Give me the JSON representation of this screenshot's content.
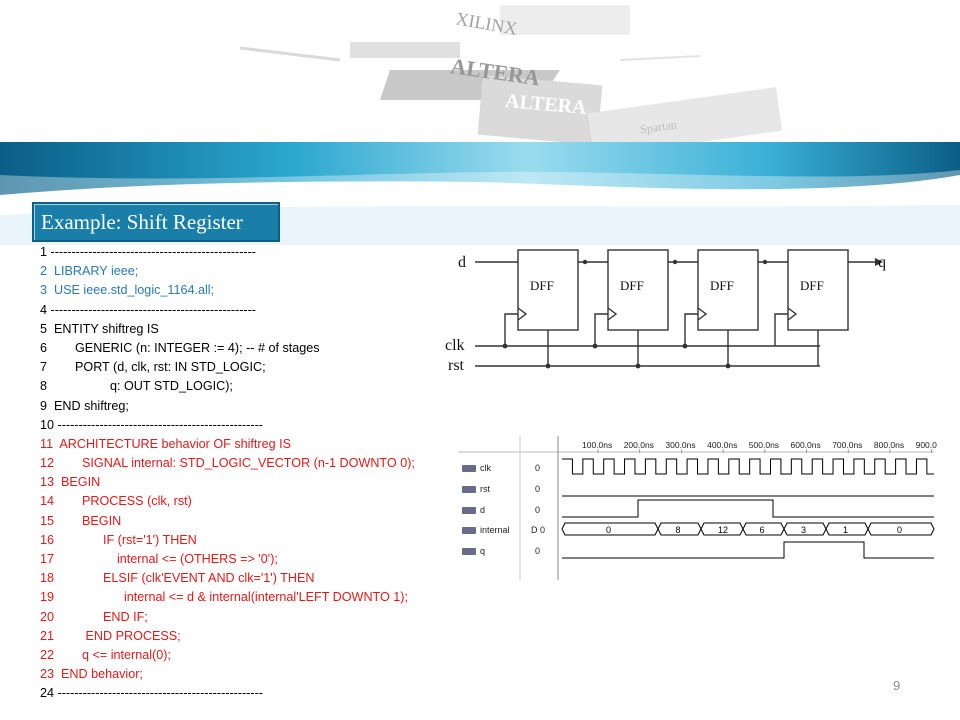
{
  "slide": {
    "title": "Example: Shift Register",
    "page_number": "9",
    "header_logos": [
      "XILINX",
      "ALTERA",
      "ALTERA",
      "Spartan"
    ]
  },
  "code_lines": [
    {
      "text": "1 -------------------------------------------------",
      "color": "black"
    },
    {
      "text": "2  LIBRARY ieee;",
      "color": "blue"
    },
    {
      "text": "3  USE ieee.std_logic_1164.all;",
      "color": "blue"
    },
    {
      "text": "4 -------------------------------------------------",
      "color": "black"
    },
    {
      "text": "5  ENTITY shiftreg IS",
      "color": "black"
    },
    {
      "text": "6        GENERIC (n: INTEGER := 4); -- # of stages",
      "color": "black"
    },
    {
      "text": "7        PORT (d, clk, rst: IN STD_LOGIC;",
      "color": "black"
    },
    {
      "text": "8                  q: OUT STD_LOGIC);",
      "color": "black"
    },
    {
      "text": "9  END shiftreg;",
      "color": "black"
    },
    {
      "text": "10 -------------------------------------------------",
      "color": "black"
    },
    {
      "text": "11  ARCHITECTURE behavior OF shiftreg IS",
      "color": "red"
    },
    {
      "text": "12        SIGNAL internal: STD_LOGIC_VECTOR (n-1 DOWNTO 0);",
      "color": "red"
    },
    {
      "text": "13  BEGIN",
      "color": "red"
    },
    {
      "text": "14        PROCESS (clk, rst)",
      "color": "red"
    },
    {
      "text": "15        BEGIN",
      "color": "red"
    },
    {
      "text": "16              IF (rst='1') THEN",
      "color": "red"
    },
    {
      "text": "17                  internal <= (OTHERS => '0');",
      "color": "red"
    },
    {
      "text": "18              ELSIF (clk'EVENT AND clk='1') THEN",
      "color": "red"
    },
    {
      "text": "19                    internal <= d & internal(internal'LEFT DOWNTO 1);",
      "color": "red"
    },
    {
      "text": "20              END IF;",
      "color": "red"
    },
    {
      "text": "21         END PROCESS;",
      "color": "red"
    },
    {
      "text": "22        q <= internal(0);",
      "color": "red"
    },
    {
      "text": "23  END behavior;",
      "color": "red"
    },
    {
      "text": "24 -------------------------------------------------",
      "color": "black"
    }
  ],
  "colors": {
    "black": "#000000",
    "blue": "#2a78b4",
    "red": "#e11a1a",
    "title_bg": "#1a7fa8"
  },
  "circuit": {
    "inputs": [
      "d",
      "clk",
      "rst"
    ],
    "output": "q",
    "flipflops": [
      "DFF",
      "DFF",
      "DFF",
      "DFF"
    ]
  },
  "waveform": {
    "time_labels": [
      "100.0ns",
      "200.0ns",
      "300.0ns",
      "400.0ns",
      "500.0ns",
      "600.0ns",
      "700.0ns",
      "800.0ns",
      "900.0"
    ],
    "signals": [
      {
        "name": "clk",
        "value": "0"
      },
      {
        "name": "rst",
        "value": "0"
      },
      {
        "name": "d",
        "value": "0"
      },
      {
        "name": "internal",
        "value": "D 0"
      },
      {
        "name": "q",
        "value": "0"
      }
    ],
    "internal_segments": [
      "0",
      "8",
      "12",
      "6",
      "3",
      "1",
      "0"
    ]
  }
}
